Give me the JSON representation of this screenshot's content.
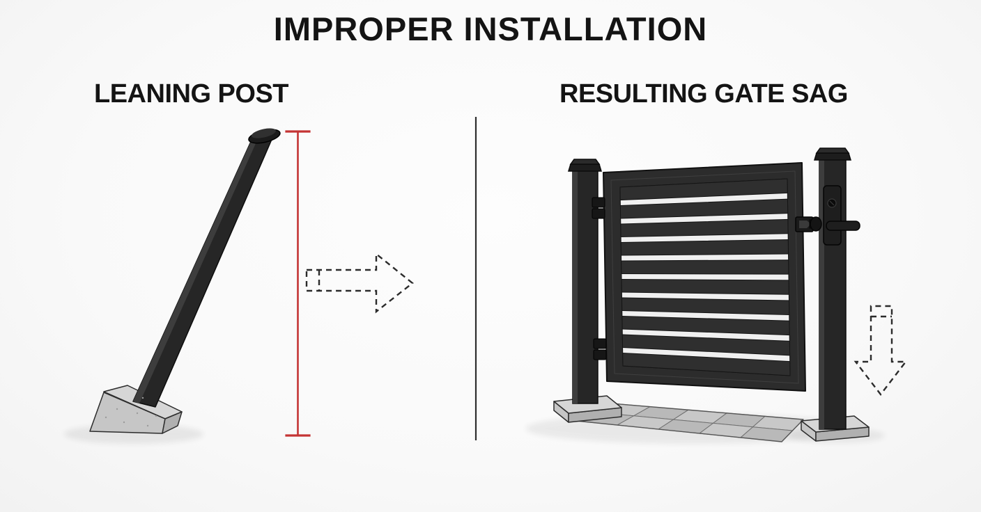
{
  "title": "IMPROPER INSTALLATION",
  "panels": {
    "left": {
      "label": "LEANING POST"
    },
    "right": {
      "label": "RESULTING GATE SAG"
    }
  },
  "colors": {
    "ink": "#141414",
    "background": "#f9f9f9",
    "accent_red": "#c43434",
    "divider": "#2e2e2e",
    "arrow_outline": "#2b2b2b",
    "metal_dark": "#262626",
    "metal_edge_highlight": "#3d3d3d",
    "metal_outline": "#0d0d0d",
    "gate_frame": "#2c2c2c",
    "gate_slat": "#2f2f2f",
    "gate_gap_white": "#f0f0f0",
    "concrete_top": "#d6d6d6",
    "concrete_front": "#c6c6c6",
    "concrete_side": "#b0b0b0",
    "paver_light": "#c8c8c8",
    "paver_dark": "#b9b9b9",
    "paver_line": "#707070"
  },
  "illustration": {
    "gate": {
      "slat_count": 10,
      "gap_count": 9,
      "hinge_count": 2,
      "paver_columns": 5,
      "paver_rows": 2
    },
    "icons": {
      "left_panel_arrow": "dashed-arrow-right-icon",
      "right_panel_arrow": "dashed-arrow-down-icon",
      "left_panel_measure": "height-reference-line"
    }
  }
}
